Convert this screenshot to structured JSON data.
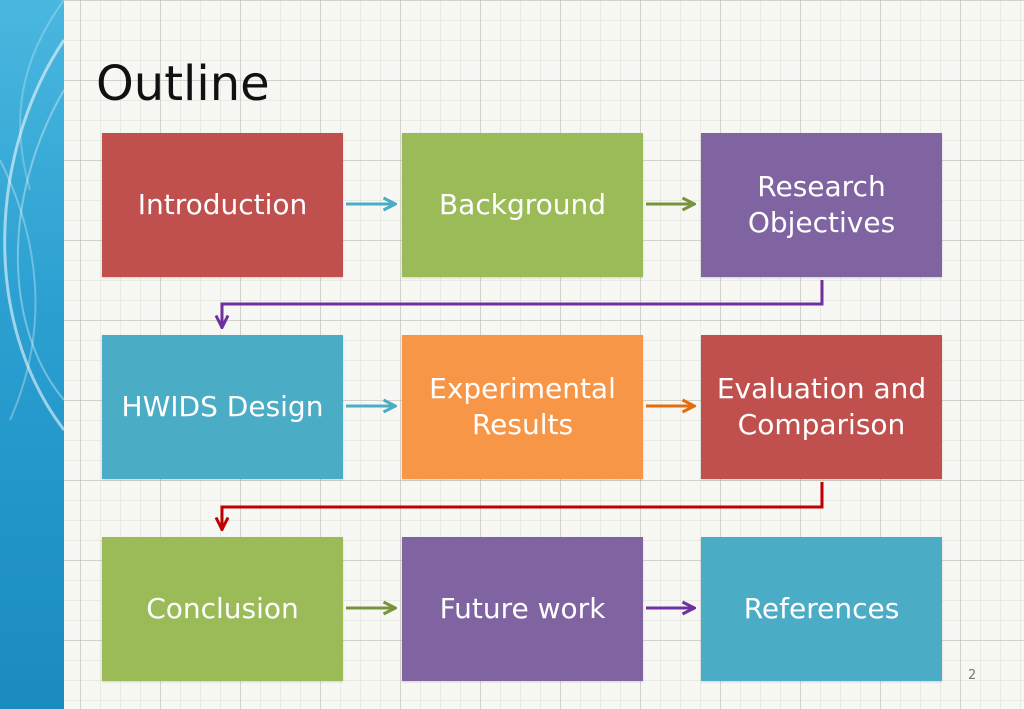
{
  "title": "Outline",
  "page_number": "2",
  "colors": {
    "red": "#c0504d",
    "green": "#9bbb59",
    "purple": "#8064a2",
    "blue": "#4bacc6",
    "orange": "#f79646",
    "connector_purple": "#7030a0",
    "connector_red": "#c00000"
  },
  "steps": [
    {
      "label": "Introduction",
      "color": "#c0504d"
    },
    {
      "label": "Background",
      "color": "#9bbb59"
    },
    {
      "label": "Research\nObjectives",
      "color": "#8064a2"
    },
    {
      "label": "HWIDS Design",
      "color": "#4bacc6"
    },
    {
      "label": "Experimental\nResults",
      "color": "#f79646"
    },
    {
      "label": "Evaluation and\nComparison",
      "color": "#c0504d"
    },
    {
      "label": "Conclusion",
      "color": "#9bbb59"
    },
    {
      "label": "Future work",
      "color": "#8064a2"
    },
    {
      "label": "References",
      "color": "#4bacc6"
    }
  ]
}
